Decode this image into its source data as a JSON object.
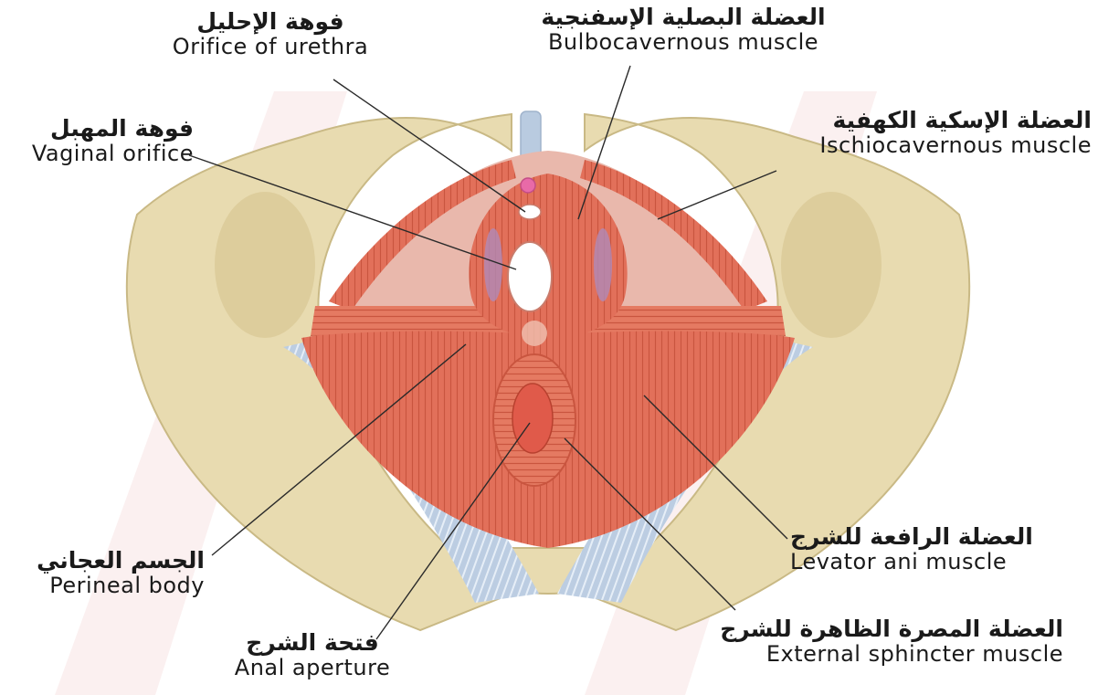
{
  "labels": {
    "orifice_urethra": {
      "ar": "فوهة الإحليل",
      "en": "Orifice of urethra"
    },
    "bulbocavernous": {
      "ar": "العضلة البصلية الإسفنجية",
      "en": "Bulbocavernous muscle"
    },
    "vaginal_orifice": {
      "ar": "فوهة المهبل",
      "en": "Vaginal orifice"
    },
    "ischiocavernous": {
      "ar": "العضلة الإسكية الكهفية",
      "en": "Ischiocavernous muscle"
    },
    "levator_ani": {
      "ar": "العضلة الرافعة للشرج",
      "en": "Levator ani muscle"
    },
    "perineal_body": {
      "ar": "الجسم العجاني",
      "en": "Perineal body"
    },
    "external_sphincter": {
      "ar": "العضلة المصرة الظاهرة للشرج",
      "en": "External sphincter muscle"
    },
    "anal_aperture": {
      "ar": "فتحة الشرج",
      "en": "Anal aperture"
    }
  },
  "colors": {
    "bone": "#e8dbb0",
    "bone_shadow": "#c9b985",
    "muscle": "#e2705a",
    "muscle_light": "#f0a08a",
    "membrane": "#e9b8ac",
    "ligament": "#b9cbe0",
    "watermark": "#f8e4e4",
    "leader": "#2a2a2a"
  }
}
